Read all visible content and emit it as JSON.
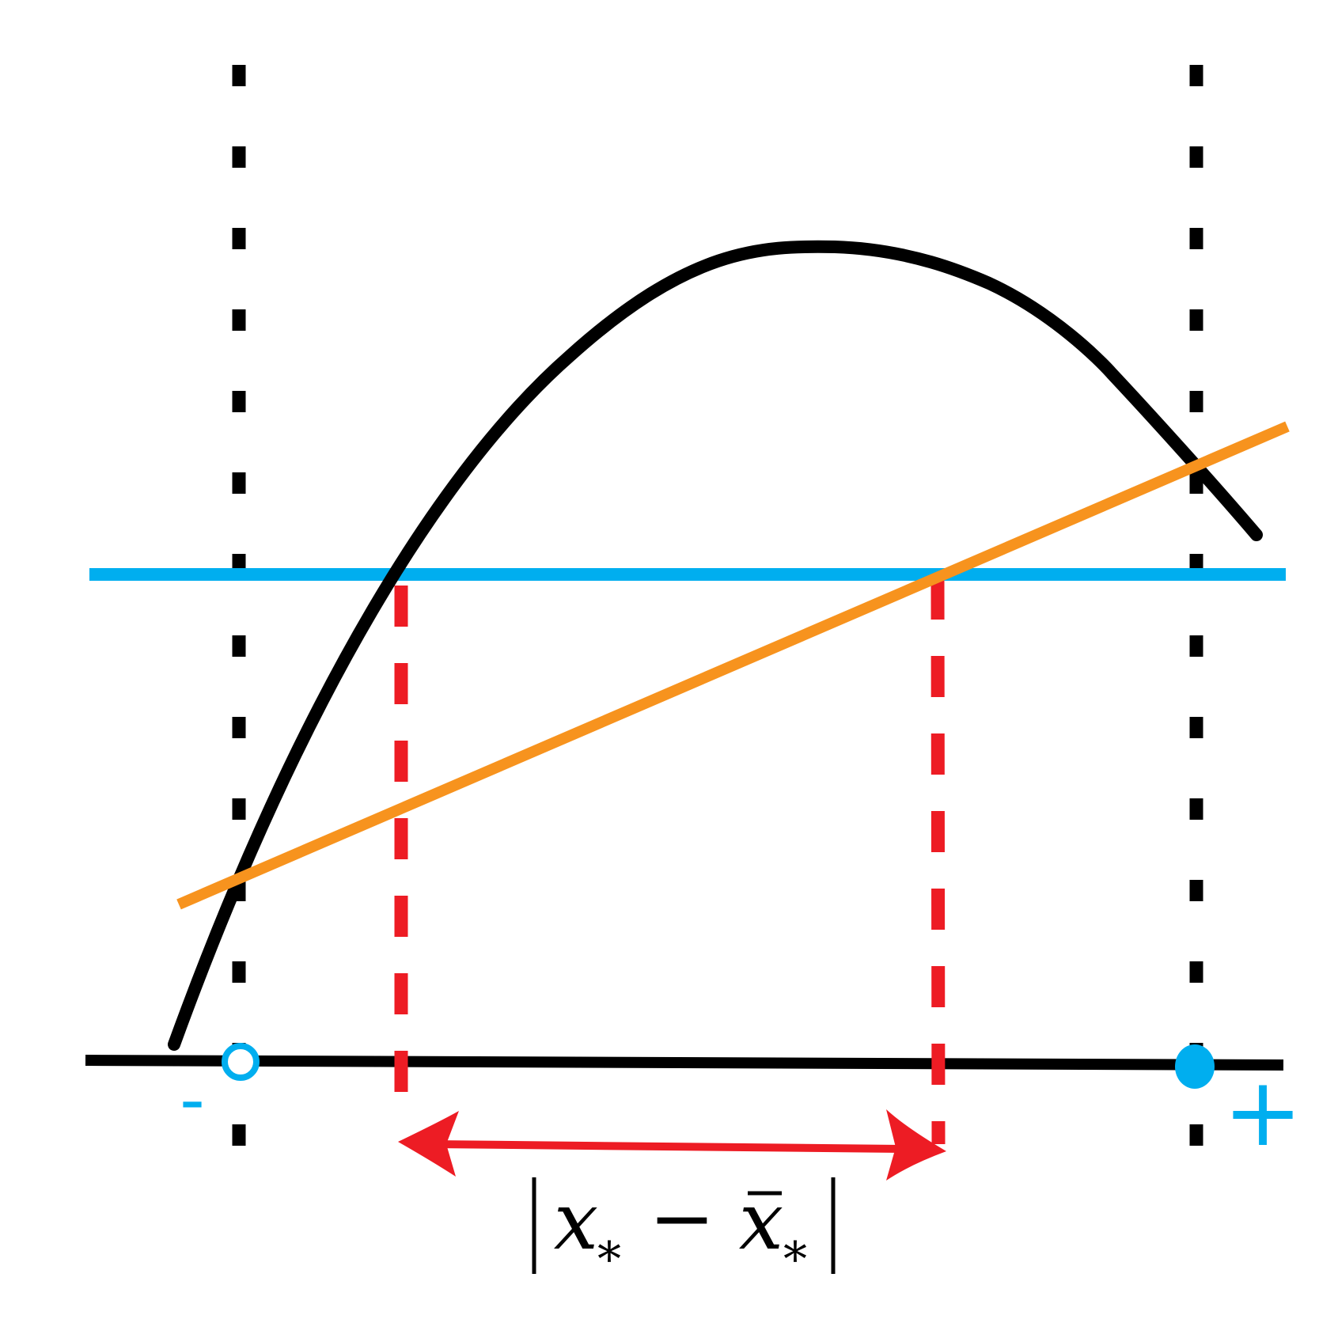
{
  "labels": {
    "minus": "-",
    "plus": "+"
  },
  "formula": {
    "left_bar": "|",
    "x": "x",
    "star1": "∗",
    "minus": "−",
    "xbar": "x̄",
    "star2": "∗",
    "right_bar": "|"
  },
  "colors": {
    "curve": "#000000",
    "axis": "#000000",
    "boundary_dashes": "#000000",
    "horizontal_line": "#00AEEF",
    "sloped_line": "#F7931E",
    "solution_dashes": "#ED1C24",
    "arrow": "#ED1C24",
    "markers": "#00AEEF",
    "sign_labels": "#00AEEF",
    "formula_text": "#000000"
  },
  "icons": {
    "left_marker": "open-circle",
    "right_marker": "filled-circle",
    "arrow": "double-headed-arrow"
  }
}
